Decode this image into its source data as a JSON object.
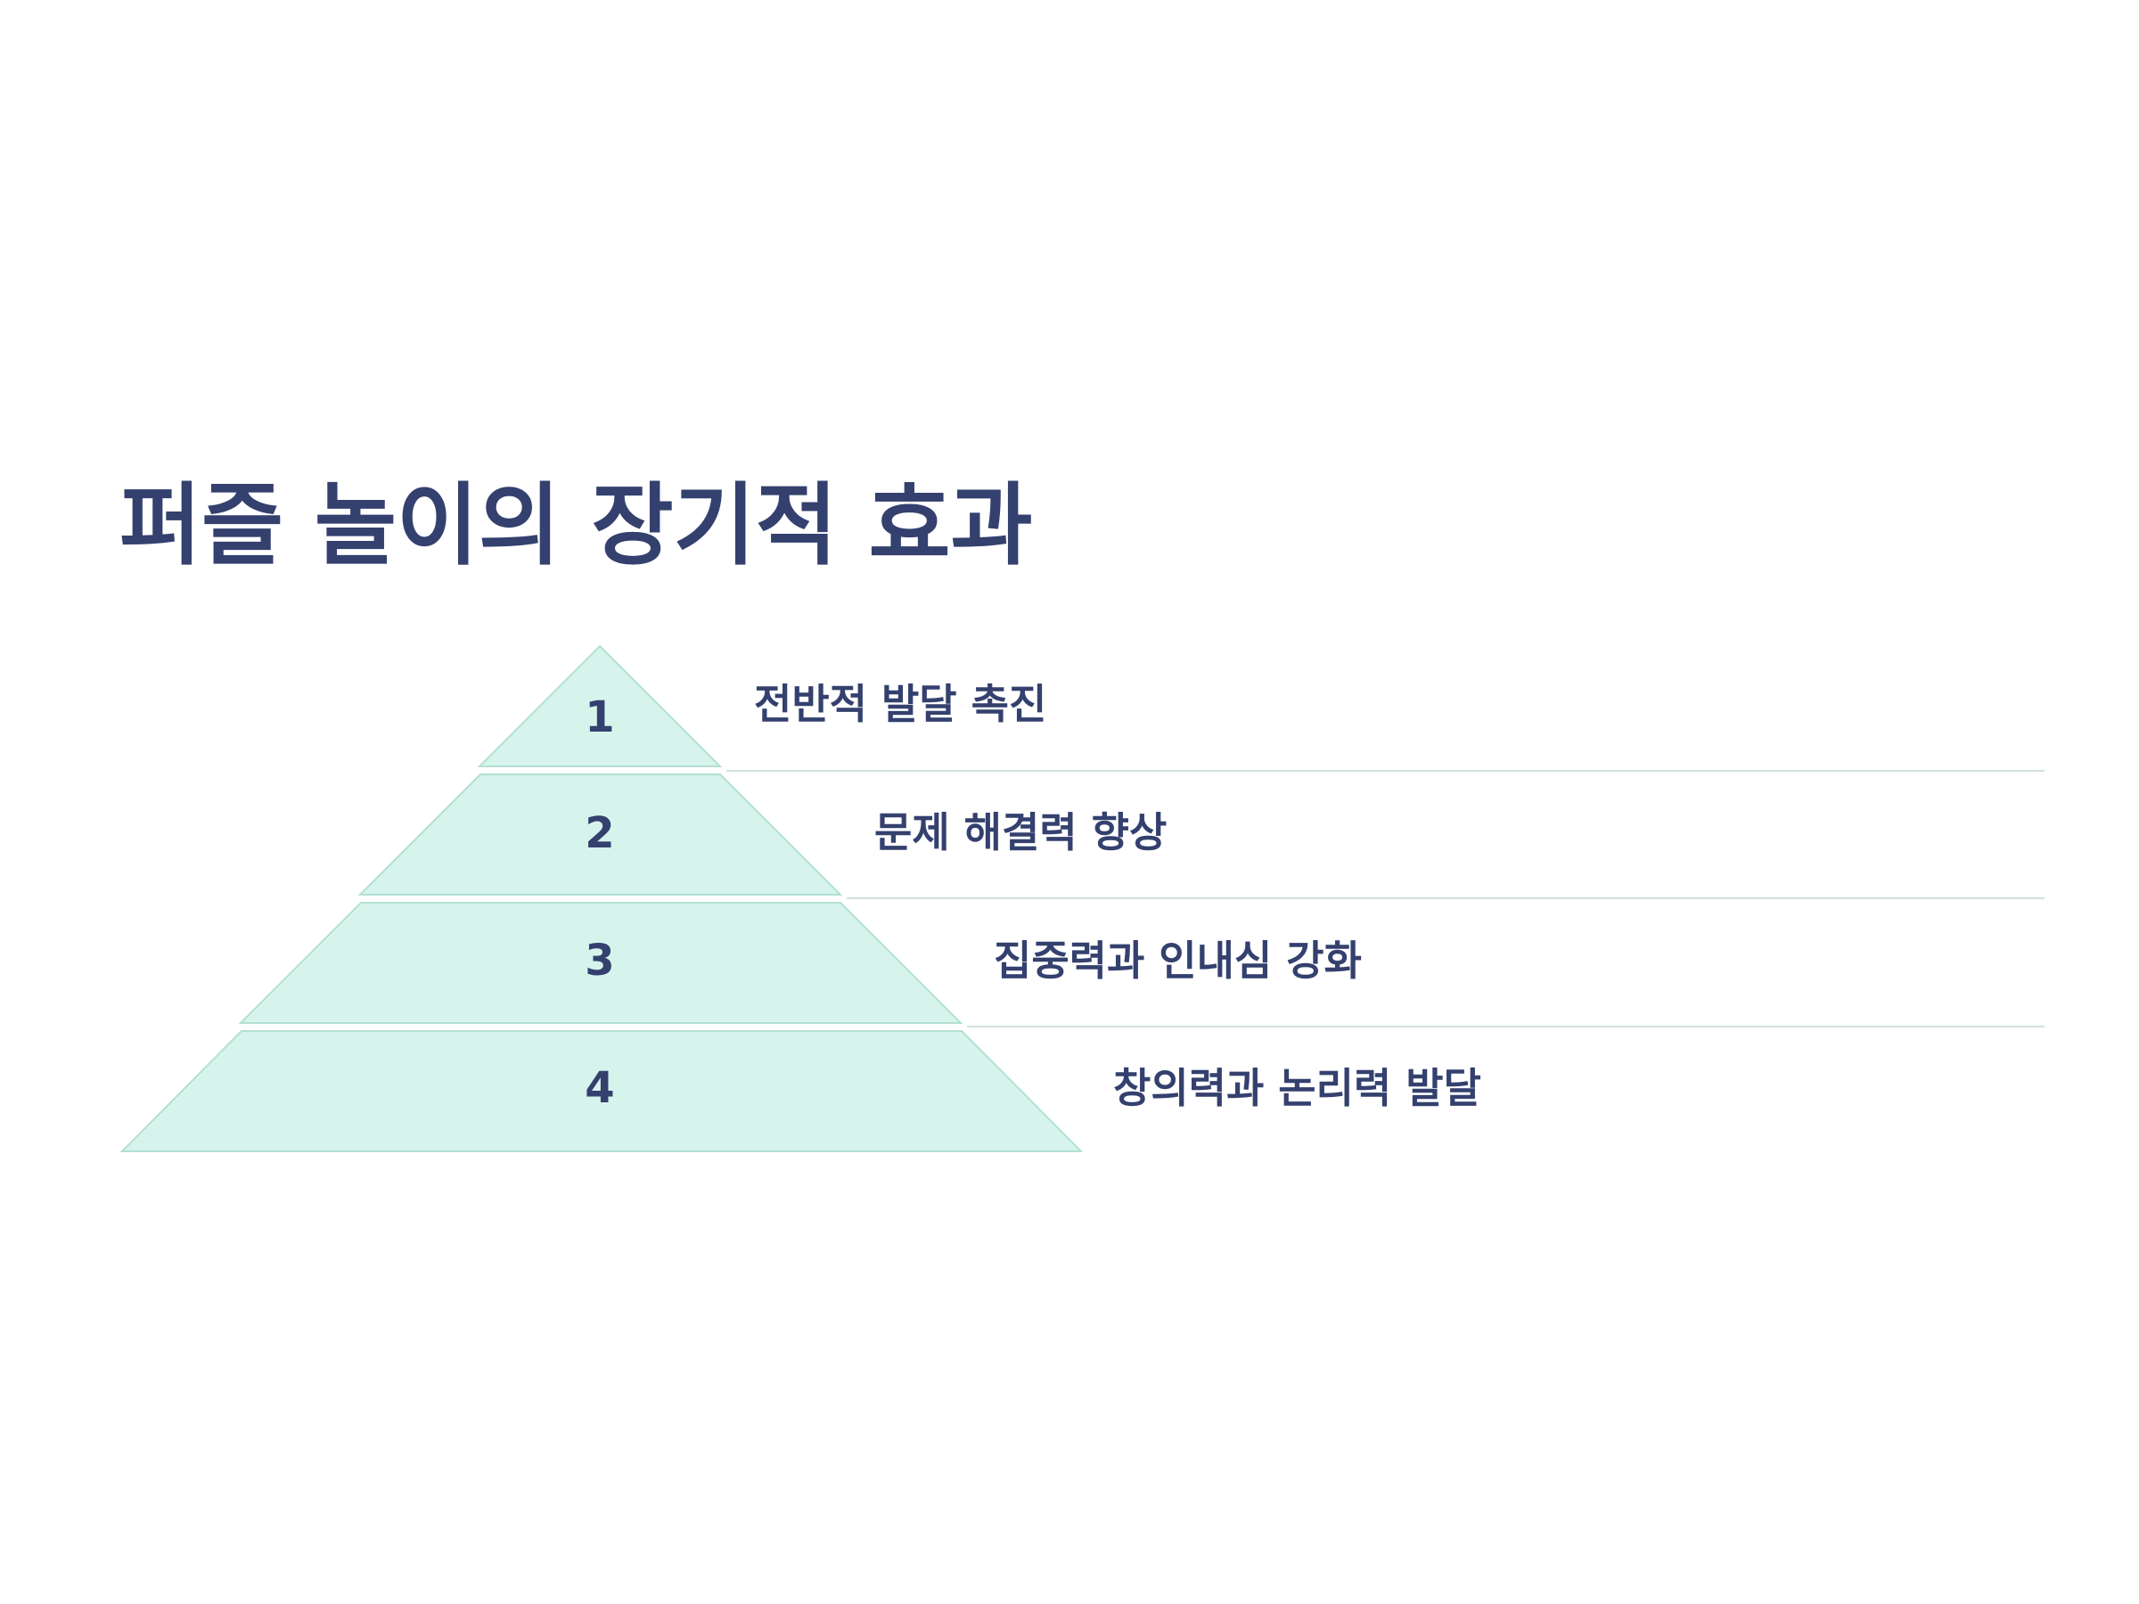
{
  "title": "퍼즐 놀이의 장기적 효과",
  "levels": [
    {
      "number": "1",
      "label": "전반적 발달 촉진"
    },
    {
      "number": "2",
      "label": "문제 해결력 향상"
    },
    {
      "number": "3",
      "label": "집중력과 인내심 강화"
    },
    {
      "number": "4",
      "label": "창의력과 논리력 발달"
    }
  ],
  "colors": {
    "title": "#34406e",
    "level_fill": "#d6f4ec",
    "level_stroke": "#b3e0d2",
    "divider": "#d2e2de"
  }
}
